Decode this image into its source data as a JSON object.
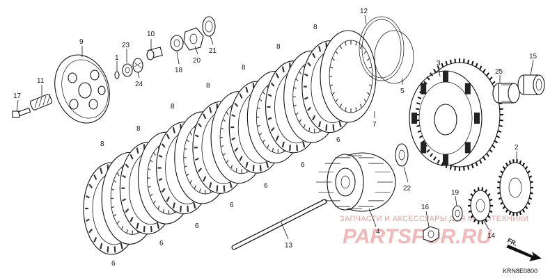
{
  "callouts": {
    "p1": "1",
    "p2": "2",
    "p3": "3",
    "p4": "4",
    "p5": "5",
    "p6a": "6",
    "p6b": "6",
    "p6c": "6",
    "p6d": "6",
    "p6e": "6",
    "p6f": "6",
    "p6g": "6",
    "p7": "7",
    "p8a": "8",
    "p8b": "8",
    "p8c": "8",
    "p8d": "8",
    "p8e": "8",
    "p8f": "8",
    "p8g": "8",
    "p9": "9",
    "p10": "10",
    "p11": "11",
    "p12": "12",
    "p13": "13",
    "p14": "14",
    "p15": "15",
    "p16": "16",
    "p17": "17",
    "p18": "18",
    "p19": "19",
    "p20": "20",
    "p21": "21",
    "p22": "22",
    "p23": "23",
    "p24": "24",
    "p25": "25"
  },
  "watermark": {
    "top_text": "ЗАПЧАСТИ И АКСЕССУАРЫ ДЛЯ МОТОТЕХНИКИ",
    "brand_text": "PARTSFOR.RU"
  },
  "diagram_code": "KRN8E0800",
  "front_marker": "FR."
}
